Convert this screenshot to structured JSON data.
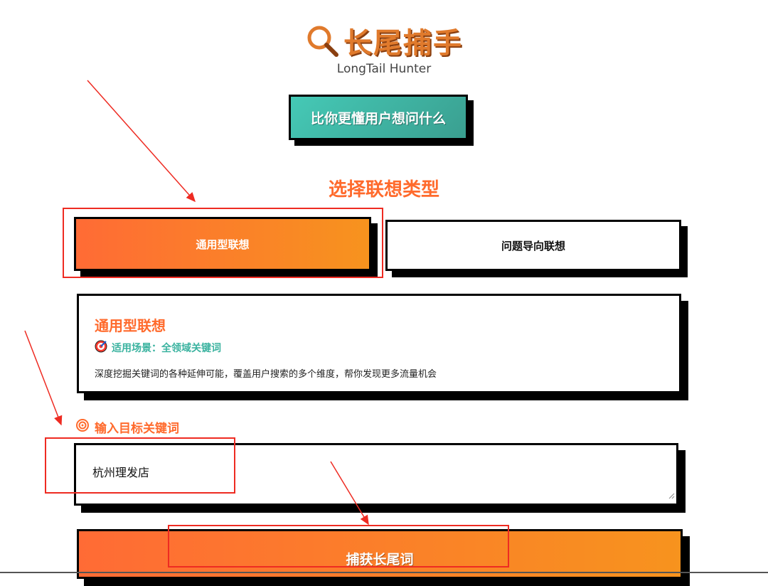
{
  "header": {
    "title": "长尾捕手",
    "subtitle": "LongTail Hunter",
    "title_icon": "magnifier-icon"
  },
  "tagline": "比你更懂用户想问什么",
  "section_title": "选择联想类型",
  "types": [
    {
      "label": "通用型联想",
      "selected": true
    },
    {
      "label": "问题导向联想",
      "selected": false
    }
  ],
  "card": {
    "title": "通用型联想",
    "scene_icon": "target-icon",
    "scene": "适用场景：全领域关键词",
    "description": "深度挖掘关键词的各种延伸可能，覆盖用户搜索的多个维度，帮你发现更多流量机会"
  },
  "input": {
    "label_icon": "bullseye-icon",
    "label": "输入目标关键词",
    "value": "杭州理发店"
  },
  "submit_label": "捕获长尾词",
  "colors": {
    "accent": "#ff6a2c",
    "teal": "#45c9b6",
    "title": "#e07a2c",
    "annotation": "#ee2b22"
  }
}
